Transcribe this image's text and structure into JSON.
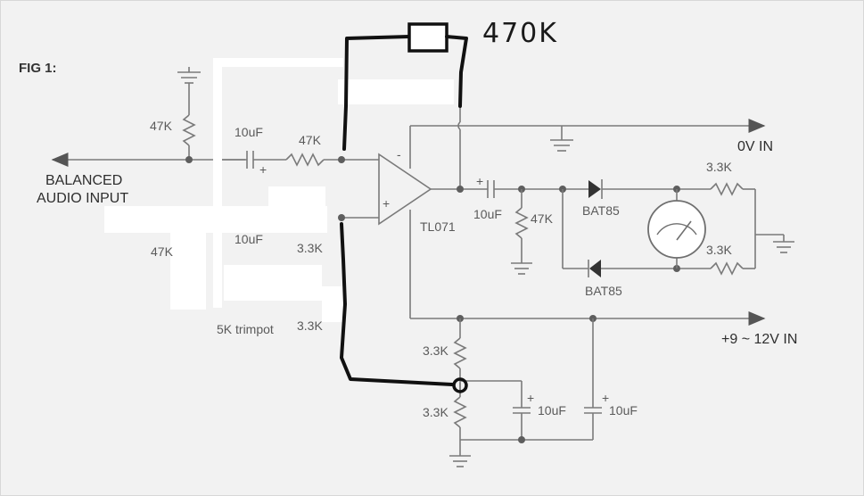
{
  "figure": {
    "title": "FIG 1:",
    "input_label_line1": "BALANCED",
    "input_label_line2": "AUDIO INPUT",
    "rail_0v": "0V IN",
    "rail_supply": "+9 ~ 12V IN",
    "opamp": "TL071",
    "opamp_minus": "-",
    "opamp_plus": "+",
    "cap_plus": "+",
    "handwritten_resistor": "470K",
    "components": {
      "r_in_shunt": "47K",
      "c_in_top": "10uF",
      "r_in_top": "47K",
      "r_shunt_lower": "47K",
      "c_in_bottom": "10uF",
      "r_in_bottom": "3.3K",
      "trimpot": "5K trimpot",
      "r_trim": "3.3K",
      "c_out": "10uF",
      "r_out_shunt": "47K",
      "diode_top": "BAT85",
      "diode_bottom": "BAT85",
      "r_meter_top": "3.3K",
      "r_meter_bottom": "3.3K",
      "r_div_top": "3.3K",
      "r_div_bottom": "3.3K",
      "c_div": "10uF",
      "c_supply": "10uF"
    }
  }
}
